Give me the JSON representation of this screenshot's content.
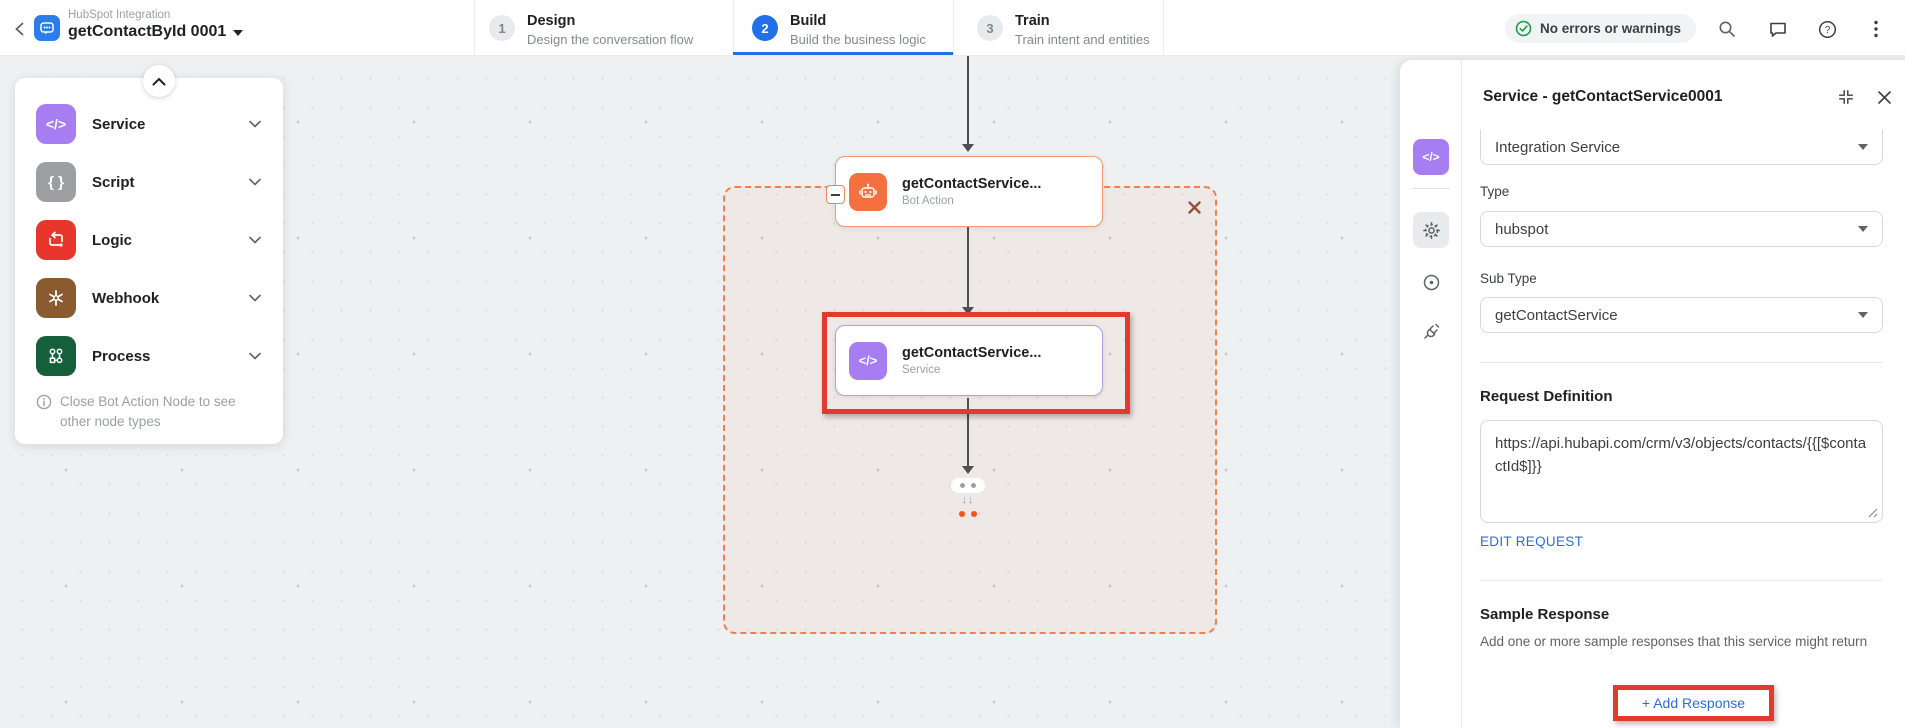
{
  "header": {
    "app_subtitle": "HubSpot Integration",
    "app_title": "getContactById 0001",
    "steps": [
      {
        "num": "1",
        "label": "Design",
        "desc": "Design the conversation flow"
      },
      {
        "num": "2",
        "label": "Build",
        "desc": "Build the business logic"
      },
      {
        "num": "3",
        "label": "Train",
        "desc": "Train intent and entities"
      }
    ],
    "status_badge": "No errors or warnings"
  },
  "palette": {
    "items": [
      {
        "label": "Service"
      },
      {
        "label": "Script"
      },
      {
        "label": "Logic"
      },
      {
        "label": "Webhook"
      },
      {
        "label": "Process"
      }
    ],
    "note": "Close Bot Action Node to see other node types"
  },
  "canvas": {
    "bot_action_node": {
      "title": "getContactService...",
      "subtitle": "Bot Action"
    },
    "service_node": {
      "title": "getContactService...",
      "subtitle": "Service"
    }
  },
  "panel": {
    "title": "Service - getContactService0001",
    "integration_service_value": "Integration Service",
    "type_label": "Type",
    "type_value": "hubspot",
    "subtype_label": "Sub Type",
    "subtype_value": "getContactService",
    "request_definition_label": "Request Definition",
    "request_definition_value": "https://api.hubapi.com/crm/v3/objects/contacts/{{[$contactId$]}}",
    "edit_request_label": "EDIT REQUEST",
    "sample_response_label": "Sample Response",
    "sample_response_desc": "Add one or more sample responses that this service might return",
    "add_response_label": "+ Add Response"
  },
  "icons": {
    "back": "chevron-left",
    "bot-app": "chat-bubble",
    "search": "magnifier",
    "comment": "speech-bubble",
    "help": "question-circle",
    "more": "kebab-dots",
    "check": "check-circle",
    "service": "code-brackets",
    "script": "curly-braces",
    "logic": "loop-arrows",
    "webhook": "asterisk",
    "process": "node-graph",
    "settings": "gear",
    "target": "circle-dot",
    "connection": "plug",
    "collapse_panel": "corners-inward",
    "close": "x-mark"
  },
  "colors": {
    "accent_blue": "#2270e8",
    "annotation_red": "#e23b2e",
    "node_orange": "#f4713f",
    "node_purple": "#a67ef2",
    "badge_green": "#1e9e4a",
    "logic_red": "#e8362d",
    "webhook_brown": "#8a5b2f",
    "process_green": "#15603a",
    "script_gray": "#9d9fa3"
  }
}
